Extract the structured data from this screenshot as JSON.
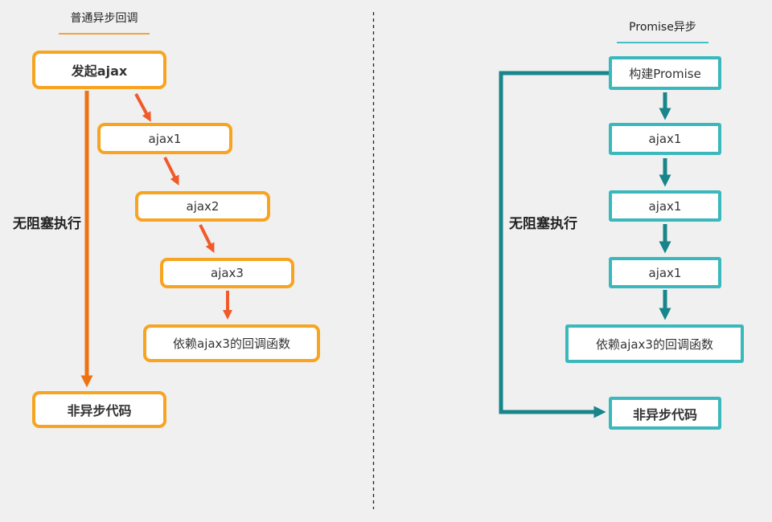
{
  "diagram": {
    "left": {
      "title": "普通异步回调",
      "side_label": "无阻塞执行",
      "nodes": {
        "start": "发起ajax",
        "ajax1": "ajax1",
        "ajax2": "ajax2",
        "ajax3": "ajax3",
        "callback": "依赖ajax3的回调函数",
        "sync": "非异步代码"
      }
    },
    "right": {
      "title": "Promise异步",
      "side_label": "无阻塞执行",
      "nodes": {
        "build": "构建Promise",
        "ajax1_first": "ajax1",
        "ajax1_second": "ajax1",
        "ajax1_third": "ajax1",
        "callback": "依赖ajax3的回调函数",
        "sync": "非异步代码"
      }
    },
    "colors": {
      "background": "#f0f0f0",
      "left_box_border": "#f7a421",
      "left_title_underline": "#f0a43c",
      "left_long_arrow": "#ee7214",
      "left_step_arrow": "#f15a29",
      "right_box_border": "#3ab8bb",
      "right_title_underline": "#45c0c4",
      "right_arrow": "#17858a",
      "divider": "#222222",
      "text": "#333333"
    }
  }
}
